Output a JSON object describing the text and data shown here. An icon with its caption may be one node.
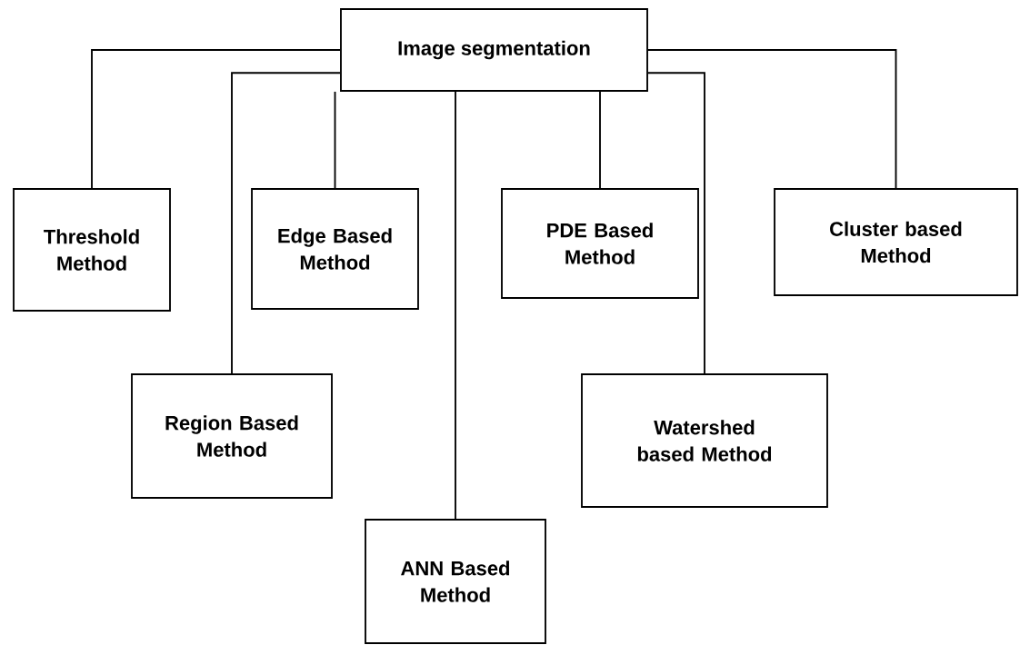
{
  "diagram": {
    "nodes": [
      {
        "text": [
          "Image segmentation"
        ]
      },
      {
        "text": [
          "Threshold Method"
        ]
      },
      {
        "text": [
          "Edge Based Method"
        ]
      },
      {
        "text": [
          "PDE Based Method"
        ]
      },
      {
        "text": [
          "Cluster based Method"
        ]
      },
      {
        "text": [
          "Region Based Method"
        ]
      },
      {
        "text": [
          "Watershed based Method"
        ]
      },
      {
        "text": [
          "ANN Based Method"
        ]
      }
    ],
    "edges": [
      {
        "from": 0,
        "to": 1,
        "arrow": "none"
      },
      {
        "from": 0,
        "to": 5,
        "arrow": "none"
      },
      {
        "from": 0,
        "to": 2,
        "arrow": "none"
      },
      {
        "from": 0,
        "to": 7,
        "arrow": "none"
      },
      {
        "from": 0,
        "to": 3,
        "arrow": "none"
      },
      {
        "from": 0,
        "to": 6,
        "arrow": "none"
      },
      {
        "from": 0,
        "to": 4,
        "arrow": "none"
      }
    ]
  }
}
